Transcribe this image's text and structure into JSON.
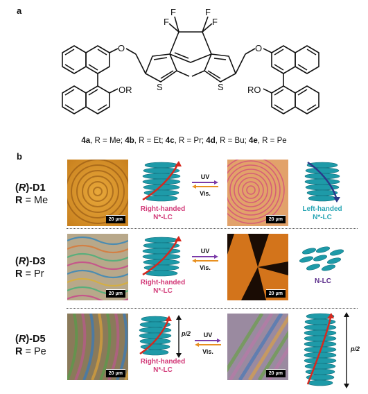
{
  "panel_a": {
    "letter": "a",
    "caption": {
      "items": [
        {
          "id": "4a",
          "r": "Me"
        },
        {
          "id": "4b",
          "r": "Et"
        },
        {
          "id": "4c",
          "r": "Pr"
        },
        {
          "id": "4d",
          "r": "Bu"
        },
        {
          "id": "4e",
          "r": "Pe"
        }
      ],
      "r_text": ", R = ",
      "sep": "; "
    },
    "atom_labels": {
      "F": "F",
      "O": "O",
      "S": "S",
      "OR": "OR",
      "RO": "RO"
    }
  },
  "panel_b": {
    "letter": "b",
    "scale_bar": "20 μm",
    "uv": "UV",
    "vis": "Vis.",
    "pitch": "p/2",
    "rows": [
      {
        "compound_prefix": "(",
        "compound_config": "R",
        "compound_suffix": ")-D1",
        "r_label": "R",
        "r_value": " = Me",
        "left_label_line1": "Right-handed",
        "left_label_line2": "N*-LC",
        "right_label_line1": "Left-handed",
        "right_label_line2": "N*-LC"
      },
      {
        "compound_prefix": "(",
        "compound_config": "R",
        "compound_suffix": ")-D3",
        "r_label": "R",
        "r_value": " = Pr",
        "left_label_line1": "Right-handed",
        "left_label_line2": "N*-LC",
        "right_label_line1": "N-LC",
        "right_label_line2": ""
      },
      {
        "compound_prefix": "(",
        "compound_config": "R",
        "compound_suffix": ")-D5",
        "r_label": "R",
        "r_value": " = Pe",
        "left_label_line1": "Right-handed",
        "left_label_line2": "N*-LC",
        "right_label_line1": "",
        "right_label_line2": ""
      }
    ]
  },
  "colors": {
    "magenta": "#d23a78",
    "cyan": "#2aa6b5",
    "purple": "#5a2c8a",
    "orange": "#e89020",
    "helix_teal": "#1e9aa8",
    "red_arrow": "#d6281e",
    "navy_arrow": "#2a3a8a"
  }
}
